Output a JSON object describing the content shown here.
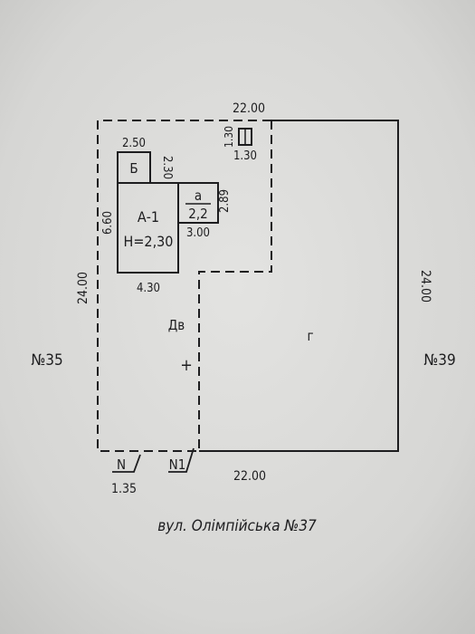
{
  "site_plan": {
    "lot_width_top": "22.00",
    "lot_width_bottom": "22.00",
    "lot_depth_left": "24.00",
    "lot_depth_right": "24.00",
    "plot_a_label": "г",
    "plot_b_label": "Дв",
    "point_mark": "+"
  },
  "buildings": {
    "main": {
      "label": "А-1",
      "height": "Н=2,30",
      "width": "4.30",
      "depth": "6.60"
    },
    "annex_b": {
      "label": "Б",
      "width": "2.50",
      "depth": "2.30"
    },
    "annex_a": {
      "label": "а",
      "sub": "2,2",
      "width": "3.00",
      "depth": "2.89"
    },
    "small_shed": {
      "size_a": "1.30",
      "size_b": "1.30"
    }
  },
  "entrances": [
    {
      "label": "N",
      "width": "1.35"
    },
    {
      "label": "N1"
    }
  ],
  "neighbors": {
    "left": "№35",
    "right": "№39"
  },
  "street_caption": "вул. Олімпійська №37",
  "colors": {
    "ink": "#1d1d1f",
    "paper": "#d9d9d7"
  }
}
